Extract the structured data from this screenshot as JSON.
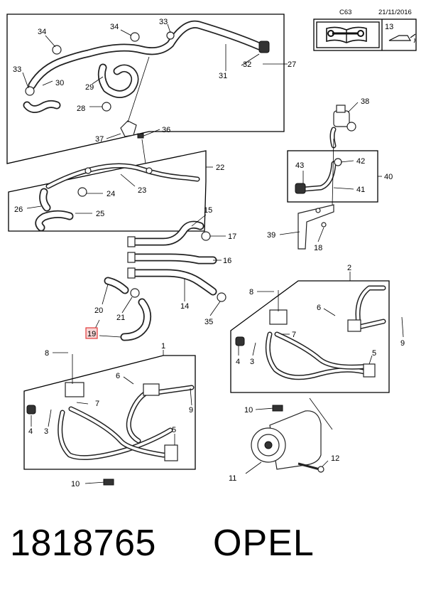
{
  "header": {
    "page_code": "C63",
    "date": "21/11/2016",
    "ref_box_number": "13"
  },
  "callouts": {
    "n1": "1",
    "n2": "2",
    "n3a": "3",
    "n3b": "3",
    "n4a": "4",
    "n4b": "4",
    "n5a": "5",
    "n5b": "5",
    "n6a": "6",
    "n6b": "6",
    "n7a": "7",
    "n7b": "7",
    "n8a": "8",
    "n8b": "8",
    "n9a": "9",
    "n9b": "9",
    "n10a": "10",
    "n10b": "10",
    "n11": "11",
    "n12": "12",
    "n14": "14",
    "n15": "15",
    "n16": "16",
    "n17": "17",
    "n18": "18",
    "n19": "19",
    "n20": "20",
    "n21": "21",
    "n22": "22",
    "n23": "23",
    "n24": "24",
    "n25": "25",
    "n26": "26",
    "n27": "27",
    "n28": "28",
    "n29": "29",
    "n30": "30",
    "n31": "31",
    "n32": "32",
    "n33a": "33",
    "n33b": "33",
    "n34a": "34",
    "n34b": "34",
    "n35": "35",
    "n36": "36",
    "n37": "37",
    "n38": "38",
    "n39": "39",
    "n40": "40",
    "n41": "41",
    "n42": "42",
    "n43": "43"
  },
  "highlight": {
    "callout": "19",
    "color": "#e23b3b"
  },
  "footer": {
    "part_number": "1818765",
    "brand": "OPEL"
  }
}
